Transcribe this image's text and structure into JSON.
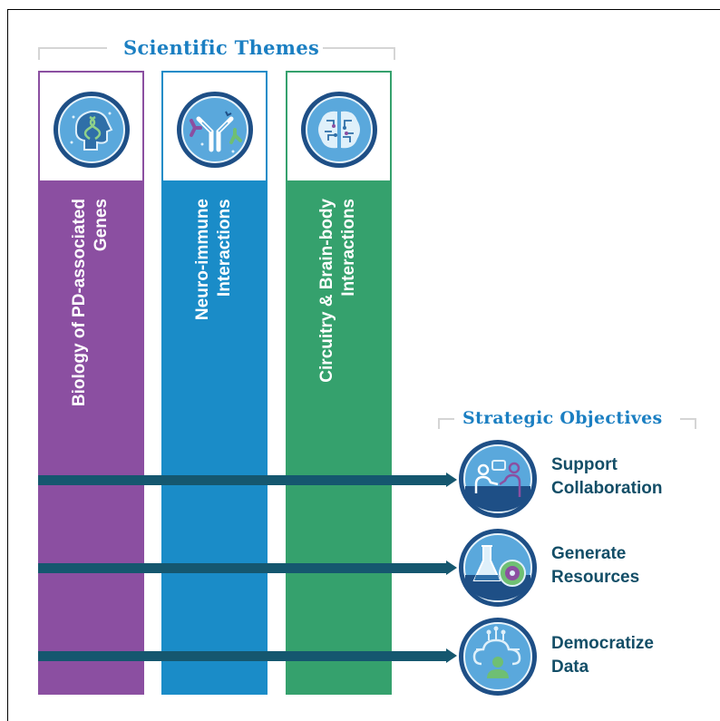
{
  "scientific_themes": {
    "title": "Scientific Themes",
    "themes": [
      {
        "label_line1": "Biology of PD-associated",
        "label_line2": "Genes",
        "icon": "gene-head-icon",
        "color": "#8b4fa1",
        "border_color": "#8b4fa1"
      },
      {
        "label_line1": "Neuro-immune",
        "label_line2": "Interactions",
        "icon": "antibody-icon",
        "color": "#1a8cc8",
        "border_color": "#1a8cc8"
      },
      {
        "label_line1": "Circuitry & Brain-body",
        "label_line2": "Interactions",
        "icon": "brain-circuit-icon",
        "color": "#35a16d",
        "border_color": "#35a16d"
      }
    ]
  },
  "strategic_objectives": {
    "title": "Strategic Objectives",
    "objectives": [
      {
        "line1": "Support",
        "line2": "Collaboration",
        "icon": "collaboration-icon"
      },
      {
        "line1": "Generate",
        "line2": "Resources",
        "icon": "lab-resources-icon"
      },
      {
        "line1": "Democratize",
        "line2": "Data",
        "icon": "data-cloud-icon"
      }
    ]
  },
  "colors": {
    "title_blue": "#1b7fc2",
    "objective_navy": "#134e67",
    "arrow": "#15576f",
    "icon_circle": "#1e5a8f",
    "icon_fill": "#5aa8dc"
  }
}
